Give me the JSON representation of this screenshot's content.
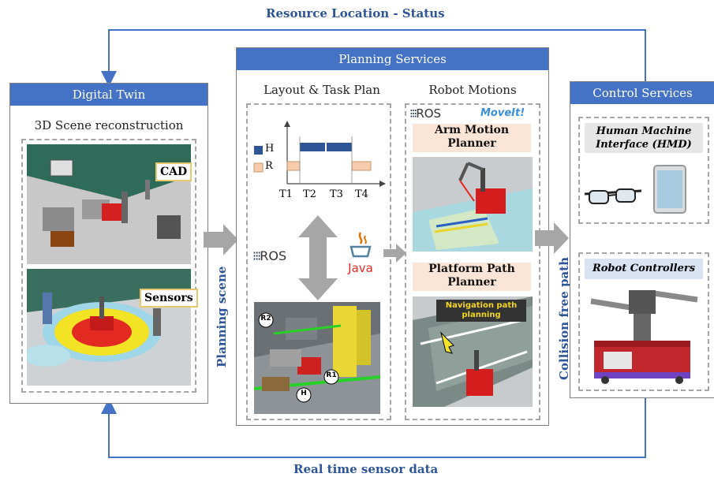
{
  "top_feedback": {
    "label": "Resource Location - Status"
  },
  "bottom_feedback": {
    "label": "Real time sensor data"
  },
  "digital_twin": {
    "title": "Digital Twin",
    "subtitle": "3D Scene reconstruction",
    "cad_label": "CAD",
    "sensors_label": "Sensors"
  },
  "planning_scene_label": "Planning scene",
  "planning_services": {
    "title": "Planning Services",
    "layout_title": "Layout & Task Plan",
    "robot_title": "Robot Motions",
    "gantt": {
      "rows": [
        "H",
        "R"
      ],
      "ticks": [
        "T1",
        "T2",
        "T3",
        "T4"
      ]
    },
    "ros_label": "ROS",
    "java_label": "Java",
    "moveit_label": "MoveIt!",
    "arm_planner": "Arm Motion Planner",
    "platform_planner": "Platform Path Planner",
    "nav_label": "Navigation path planning",
    "scene_tags": [
      "R2",
      "R1",
      "H"
    ]
  },
  "collision_label": "Collision free path",
  "control_services": {
    "title": "Control Services",
    "hmi_label": "Human Machine Interface (HMD)",
    "robot_controllers": "Robot Controllers"
  },
  "colors": {
    "header_blue": "#4472c4",
    "text_blue": "#2e5597",
    "arrow_gray": "#a6a6a6",
    "human_bar": "#2f5597",
    "robot_bar": "#f8cbad",
    "label_peach": "#fbe5d6"
  }
}
